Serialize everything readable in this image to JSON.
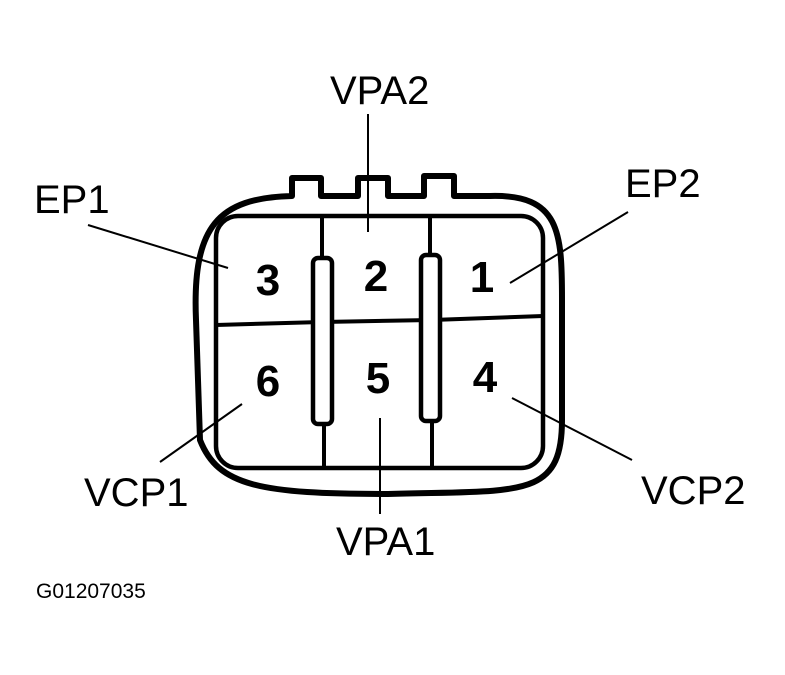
{
  "connector": {
    "pins": [
      {
        "number": "3",
        "signal": "EP1"
      },
      {
        "number": "2",
        "signal": "VPA2"
      },
      {
        "number": "1",
        "signal": "EP2"
      },
      {
        "number": "6",
        "signal": "VCP1"
      },
      {
        "number": "5",
        "signal": "VPA1"
      },
      {
        "number": "4",
        "signal": "VCP2"
      }
    ]
  },
  "figure_id": "G01207035"
}
